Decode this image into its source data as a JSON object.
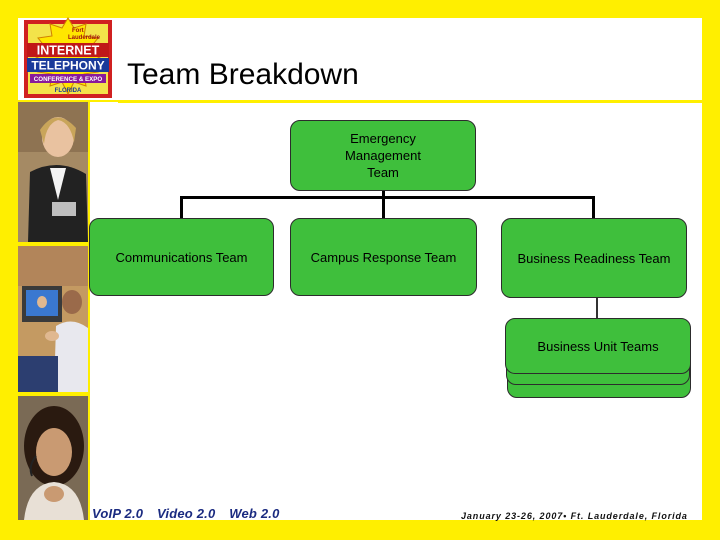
{
  "slide": {
    "title": "Team Breakdown",
    "logo": {
      "line1": "Fort",
      "line2": "Lauderdale",
      "line3": "INTERNET",
      "line4": "TELEPHONY",
      "line5": "CONFERENCE & EXPO",
      "line6": "FLORIDA"
    },
    "footer": {
      "tags": [
        "VoIP 2.0",
        "Video 2.0",
        "Web 2.0"
      ],
      "date_location": "January 23-26, 2007• Ft. Lauderdale, Florida"
    }
  },
  "org_chart": {
    "root": "Emergency Management Team",
    "children": [
      "Communications Team",
      "Campus Response Team",
      "Business Readiness Team"
    ],
    "grandchild": "Business Unit Teams"
  },
  "colors": {
    "box_fill": "#3fbf3c",
    "frame": "#ffef00",
    "footer_tags": "#1a2a80"
  }
}
